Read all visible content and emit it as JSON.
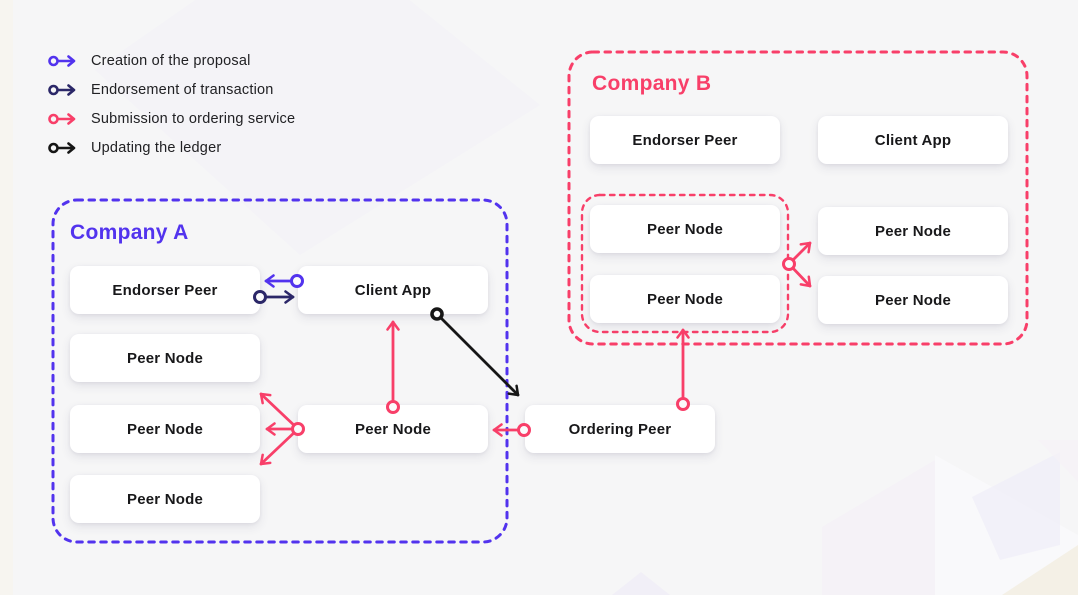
{
  "colors": {
    "bg": "#F6F6F7",
    "ink": "#1B1B1D",
    "purple": "#5233EE",
    "navy": "#2B2768",
    "pink": "#F83F69",
    "black": "#161616",
    "box_bg": "#FFFFFF"
  },
  "legend": {
    "items": [
      {
        "id": "creation",
        "label": "Creation of the proposal",
        "color": "#5233EE"
      },
      {
        "id": "endorsement",
        "label": "Endorsement of transaction",
        "color": "#2B2768"
      },
      {
        "id": "submission",
        "label": "Submission to ordering service",
        "color": "#F83F69"
      },
      {
        "id": "updating",
        "label": "Updating the ledger",
        "color": "#161616"
      }
    ]
  },
  "company_a": {
    "title": "Company A",
    "border_color": "#5233EE",
    "boxes": {
      "endorser_peer": "Endorser Peer",
      "client_app": "Client App",
      "peer_node_1": "Peer Node",
      "peer_node_2": "Peer Node",
      "peer_node_3": "Peer Node",
      "peer_node_mid": "Peer Node"
    }
  },
  "company_b": {
    "title": "Company B",
    "border_color": "#F83F69",
    "boxes": {
      "endorser_peer": "Endorser Peer",
      "client_app": "Client App",
      "peer_node_inner_top": "Peer Node",
      "peer_node_inner_bottom": "Peer Node",
      "peer_node_right_top": "Peer Node",
      "peer_node_right_bottom": "Peer Node"
    }
  },
  "ordering_peer": {
    "label": "Ordering Peer"
  },
  "arrows": [
    {
      "name": "creation-of-proposal",
      "color": "#5233EE",
      "from": "Client App (Company A)",
      "to": "Endorser Peer (Company A)"
    },
    {
      "name": "endorsement-of-transaction",
      "color": "#2B2768",
      "from": "Endorser Peer (Company A)",
      "to": "Client App (Company A)"
    },
    {
      "name": "submission-peer-to-client",
      "color": "#F83F69",
      "from": "Peer Node (Company A mid)",
      "to": "Client App (Company A)"
    },
    {
      "name": "updating-client-to-ordering",
      "color": "#161616",
      "from": "Client App (Company A)",
      "to": "Ordering Peer"
    },
    {
      "name": "ordering-to-peer-a",
      "color": "#F83F69",
      "from": "Ordering Peer",
      "to": "Peer Node (Company A mid)"
    },
    {
      "name": "peer-a-fork-up",
      "color": "#F83F69",
      "from": "Peer Node (Company A mid)",
      "to": "Peer Node (Company A top)"
    },
    {
      "name": "peer-a-fork-left",
      "color": "#F83F69",
      "from": "Peer Node (Company A mid)",
      "to": "Peer Node (Company A middle)"
    },
    {
      "name": "peer-a-fork-down",
      "color": "#F83F69",
      "from": "Peer Node (Company A mid)",
      "to": "Peer Node (Company A bottom)"
    },
    {
      "name": "ordering-to-peer-b",
      "color": "#F83F69",
      "from": "Ordering Peer",
      "to": "Peer Node (Company B inner bottom)"
    },
    {
      "name": "peer-b-fork-up",
      "color": "#F83F69",
      "from": "Company B inner group",
      "to": "Peer Node (Company B right top)"
    },
    {
      "name": "peer-b-fork-down",
      "color": "#F83F69",
      "from": "Company B inner group",
      "to": "Peer Node (Company B right bottom)"
    }
  ]
}
